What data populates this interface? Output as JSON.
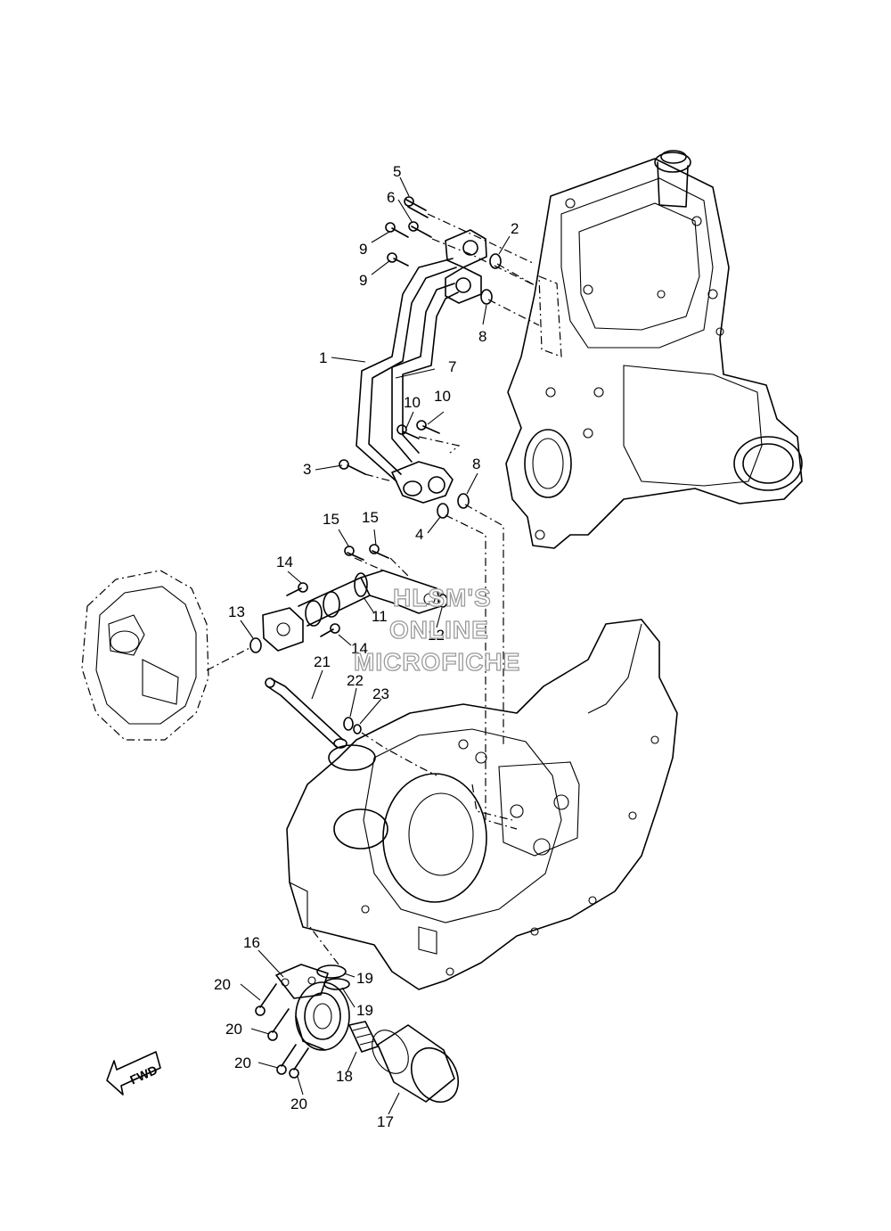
{
  "callouts": [
    {
      "n": "5"
    },
    {
      "n": "6"
    },
    {
      "n": "9"
    },
    {
      "n": "9"
    },
    {
      "n": "2"
    },
    {
      "n": "8"
    },
    {
      "n": "1"
    },
    {
      "n": "7"
    },
    {
      "n": "10"
    },
    {
      "n": "10"
    },
    {
      "n": "3"
    },
    {
      "n": "8"
    },
    {
      "n": "4"
    },
    {
      "n": "15"
    },
    {
      "n": "15"
    },
    {
      "n": "14"
    },
    {
      "n": "11"
    },
    {
      "n": "12"
    },
    {
      "n": "13"
    },
    {
      "n": "14"
    },
    {
      "n": "21"
    },
    {
      "n": "22"
    },
    {
      "n": "23"
    },
    {
      "n": "16"
    },
    {
      "n": "19"
    },
    {
      "n": "19"
    },
    {
      "n": "20"
    },
    {
      "n": "20"
    },
    {
      "n": "20"
    },
    {
      "n": "20"
    },
    {
      "n": "18"
    },
    {
      "n": "17"
    }
  ],
  "direction_label": "FWD",
  "watermark": {
    "line1": "HLSM'S",
    "line2": "ONLINE",
    "line3": "MICROFICHE"
  }
}
